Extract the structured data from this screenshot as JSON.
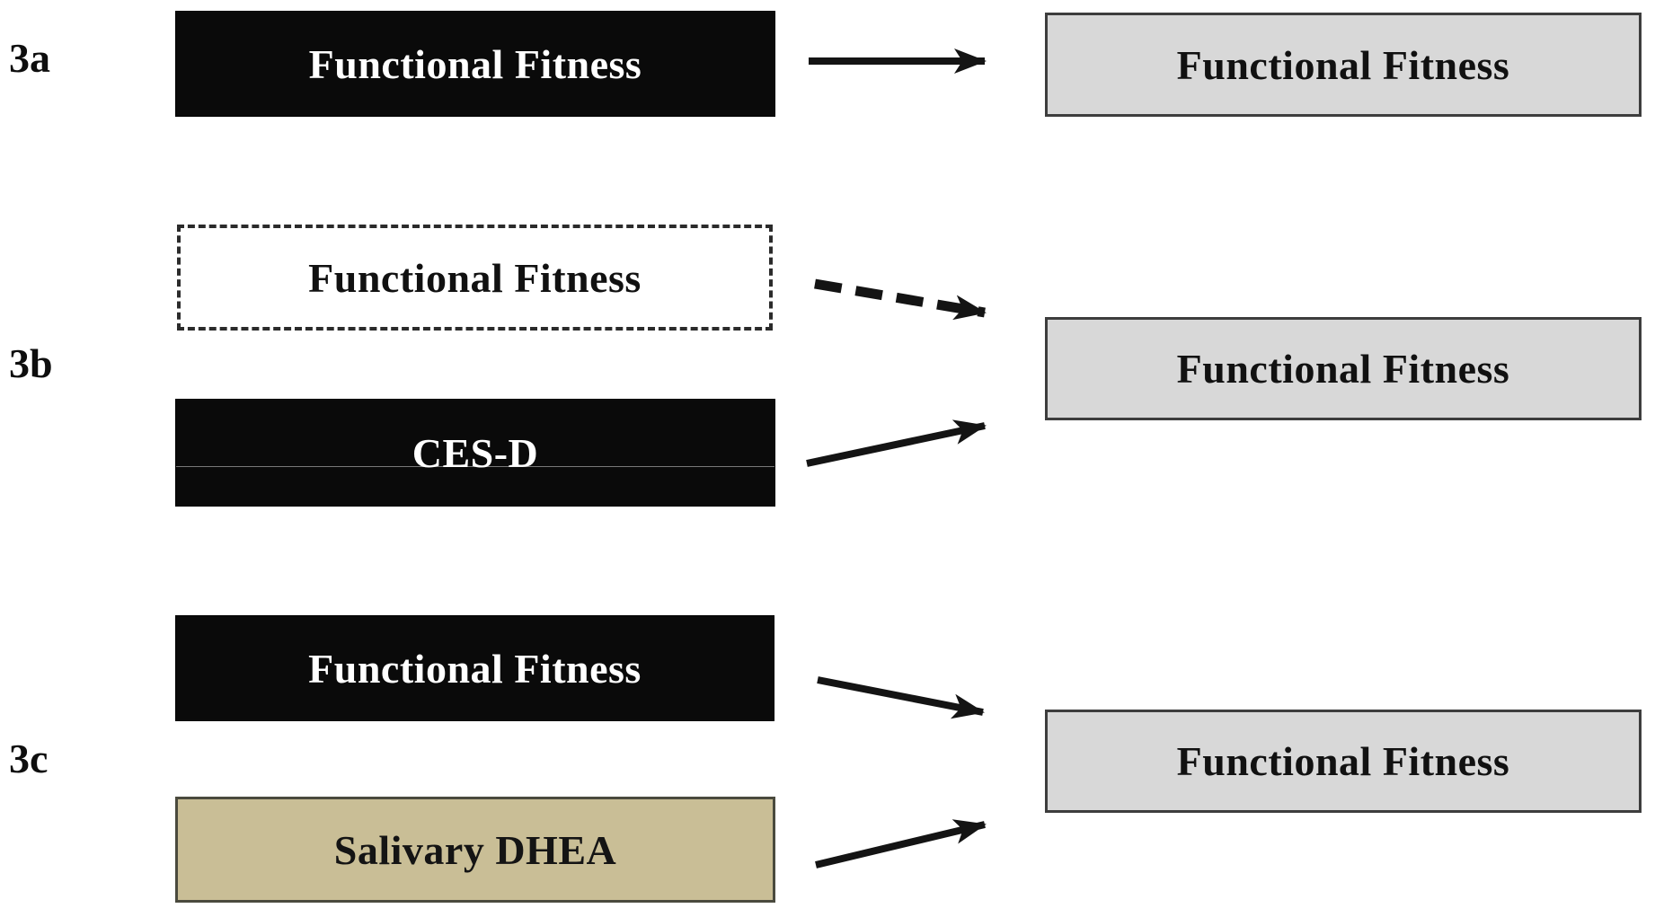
{
  "figure": {
    "panels": [
      {
        "label": "3a",
        "predictor_boxes": [
          {
            "text": "Functional Fitness",
            "variant": "solid-black"
          }
        ],
        "outcome_box": {
          "text": "Functional Fitness",
          "variant": "gray"
        },
        "arrows": [
          {
            "from": "Functional Fitness",
            "to": "Functional Fitness",
            "style": "solid"
          }
        ]
      },
      {
        "label": "3b",
        "predictor_boxes": [
          {
            "text": "Functional Fitness",
            "variant": "dashed-white"
          },
          {
            "text": "CES-D",
            "variant": "solid-black"
          }
        ],
        "outcome_box": {
          "text": "Functional Fitness",
          "variant": "gray"
        },
        "arrows": [
          {
            "from": "Functional Fitness",
            "to": "Functional Fitness",
            "style": "dashed"
          },
          {
            "from": "CES-D",
            "to": "Functional Fitness",
            "style": "solid"
          }
        ]
      },
      {
        "label": "3c",
        "predictor_boxes": [
          {
            "text": "Functional Fitness",
            "variant": "solid-black"
          },
          {
            "text": "Salivary DHEA",
            "variant": "tan"
          }
        ],
        "outcome_box": {
          "text": "Functional Fitness",
          "variant": "gray"
        },
        "arrows": [
          {
            "from": "Functional Fitness",
            "to": "Functional Fitness",
            "style": "solid"
          },
          {
            "from": "Salivary DHEA",
            "to": "Functional Fitness",
            "style": "solid"
          }
        ]
      }
    ],
    "colors": {
      "black_box": "#0a0a0a",
      "gray_fill": "#d8d8d8",
      "gray_border": "#3d3d3d",
      "tan_fill": "#c9be96",
      "tan_border": "#4a4a3e",
      "dashed_border": "#2b2b2b",
      "arrow": "#141414"
    }
  }
}
